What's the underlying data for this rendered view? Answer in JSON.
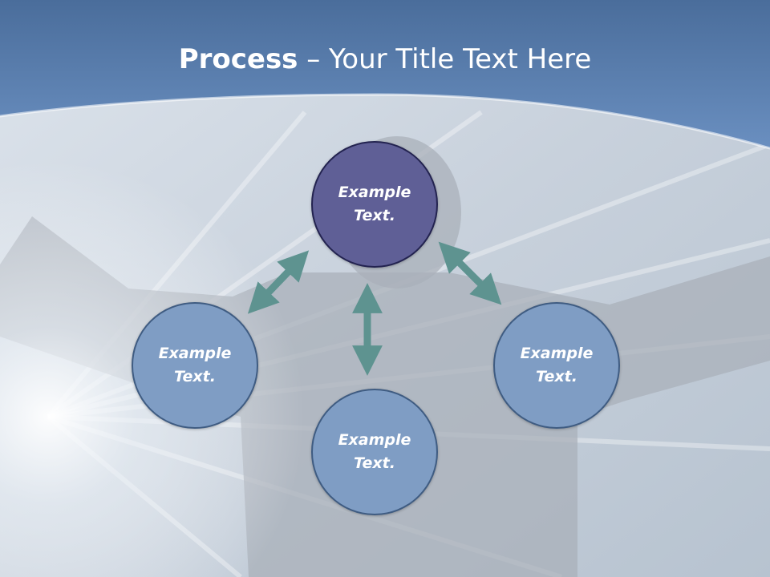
{
  "slide": {
    "title_strong": "Process",
    "title_rest": " – Your Title Text Here"
  },
  "colors": {
    "header_blue": "#5a82b4",
    "node_top_fill": "#5f5f96",
    "node_fill": "#7f9dc4",
    "arrow": "#5e9390"
  },
  "nodes": {
    "top": {
      "label": "Example Text."
    },
    "left": {
      "label": "Example Text."
    },
    "bottom": {
      "label": "Example Text."
    },
    "right": {
      "label": "Example Text."
    }
  },
  "connectors": [
    {
      "from": "top",
      "to": "left",
      "style": "double-arrow"
    },
    {
      "from": "top",
      "to": "bottom",
      "style": "double-arrow"
    },
    {
      "from": "top",
      "to": "right",
      "style": "double-arrow"
    }
  ]
}
